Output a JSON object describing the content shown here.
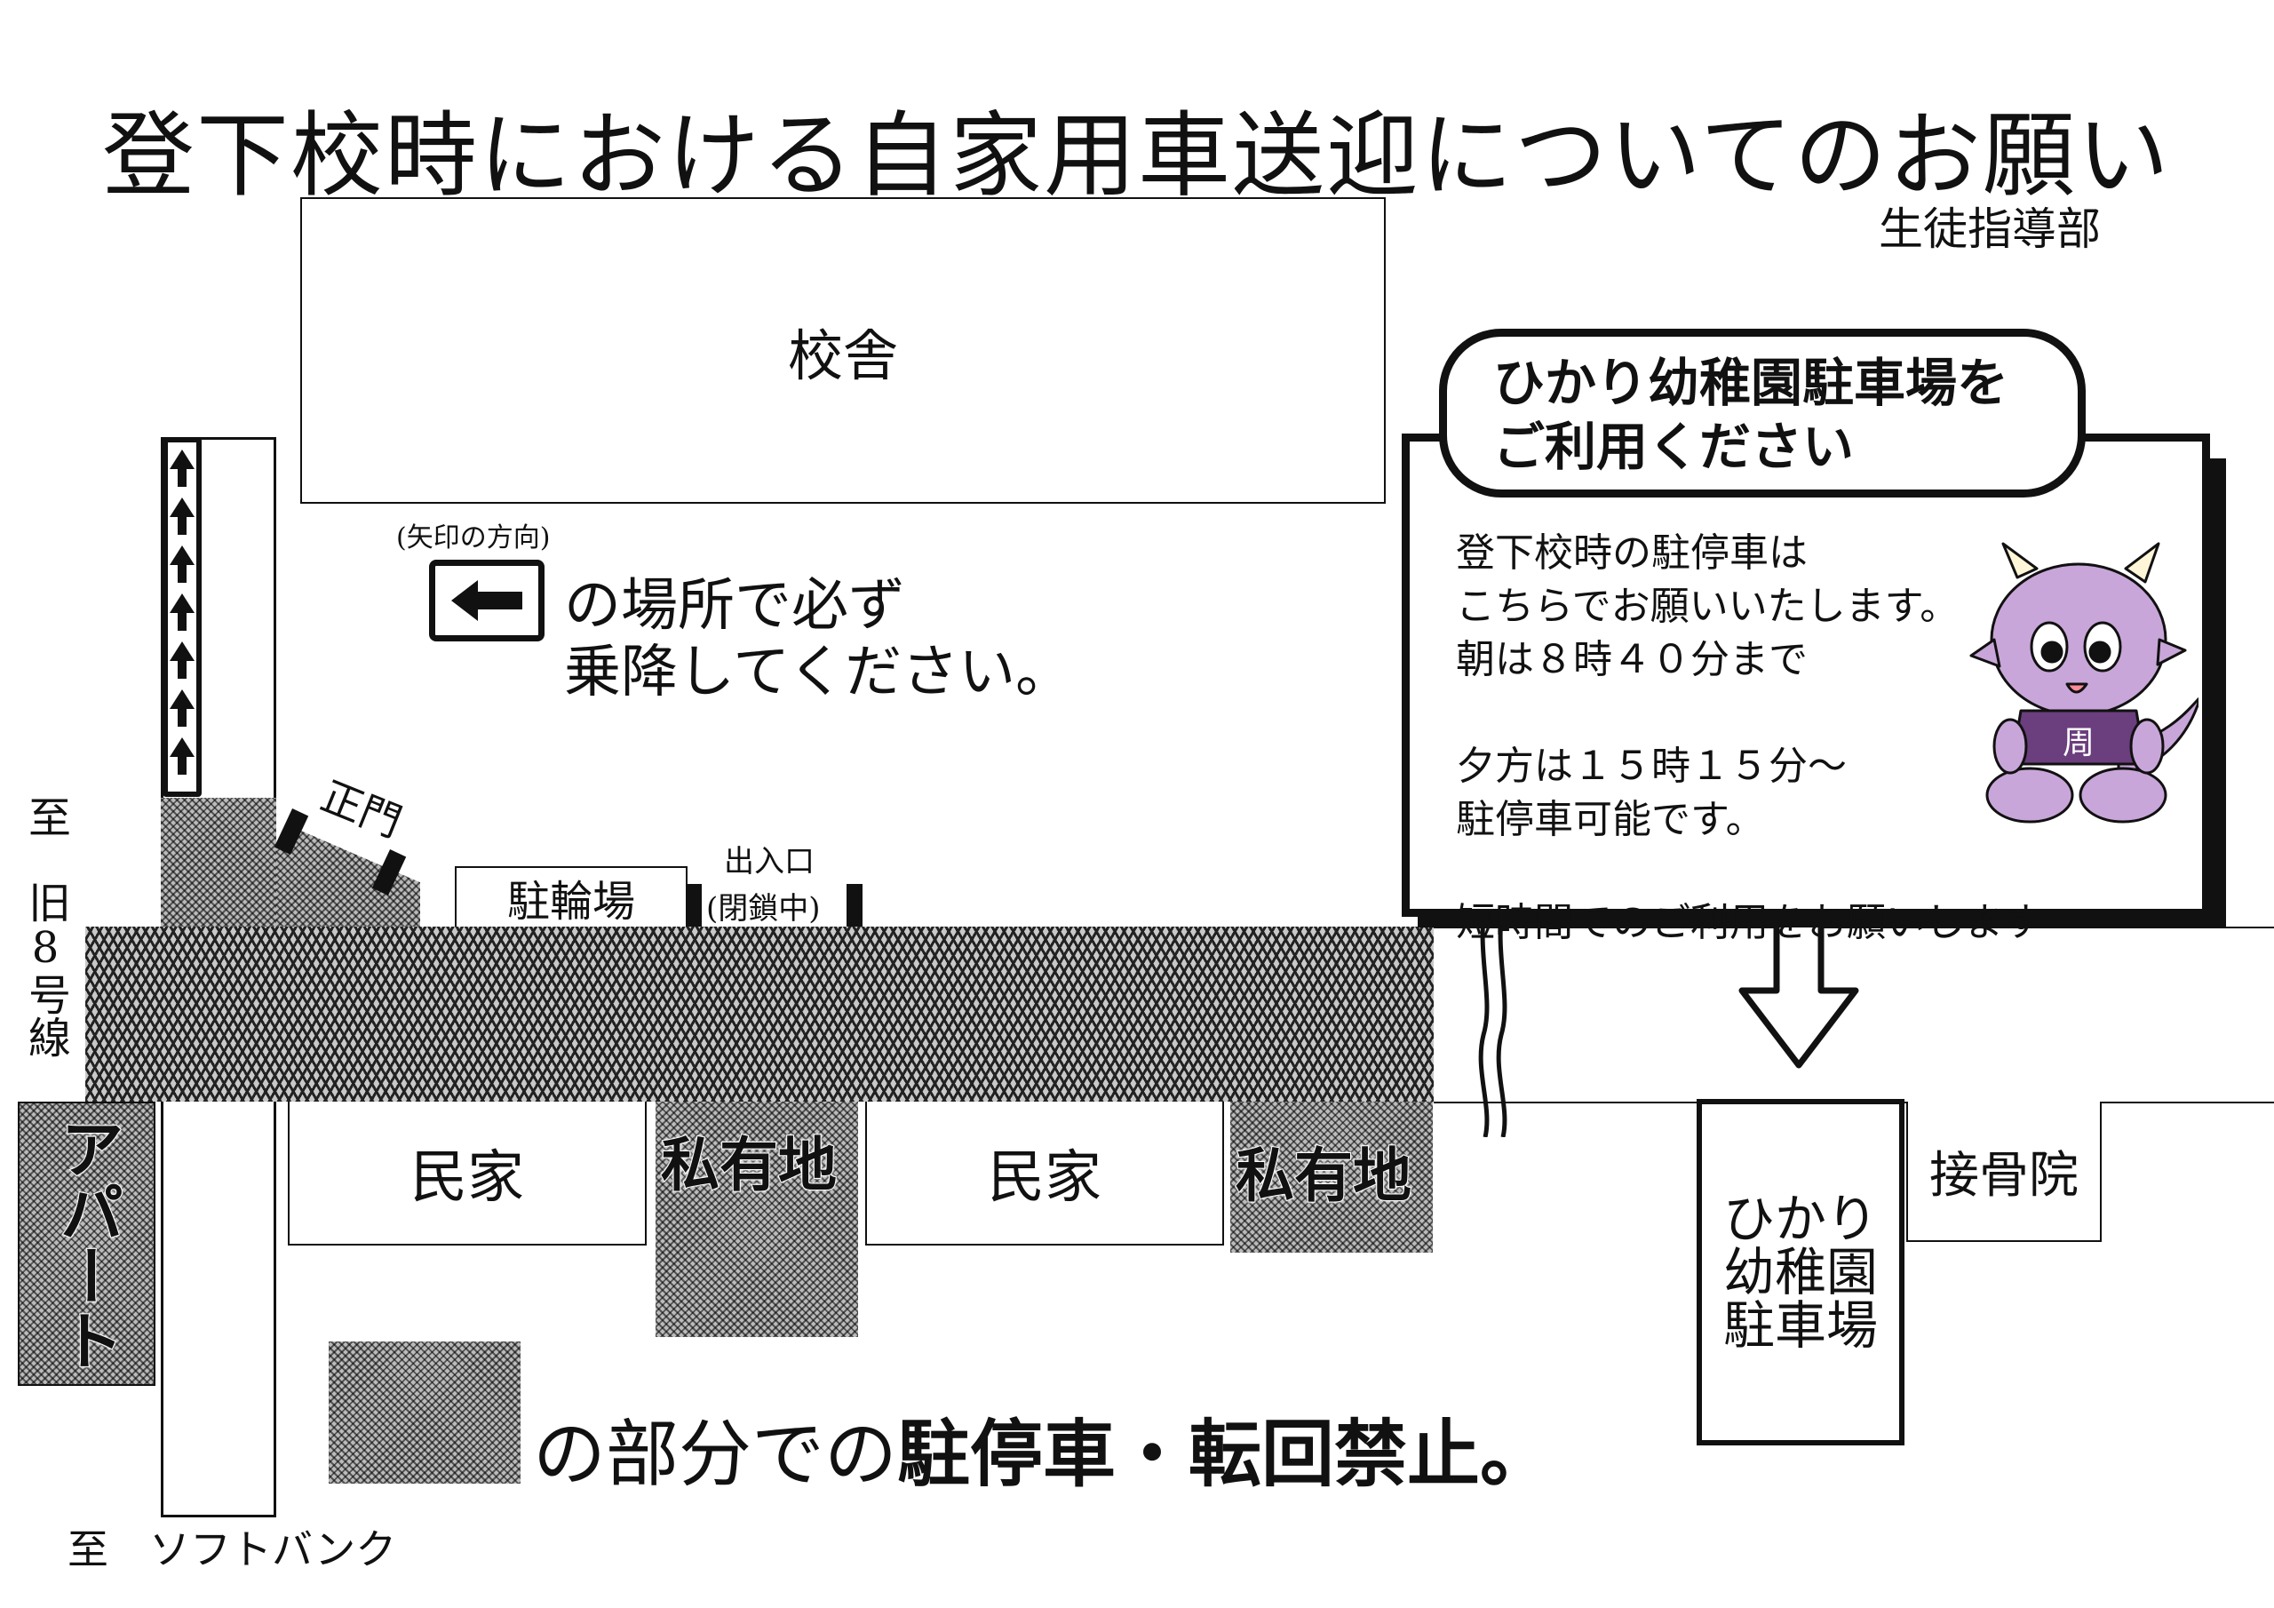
{
  "title": "登下校時における自家用車送迎についてのお願い",
  "department": "生徒指導部",
  "buildings": {
    "school": "校舎",
    "main_gate": "正門",
    "bicycle_parking": "駐輪場",
    "entrance_label": "出入口",
    "entrance_status": "(閉鎖中)",
    "house_1": "民家",
    "house_2": "民家",
    "private_land_1": "私有地",
    "private_land_2": "私有地",
    "apartment": "アパート",
    "bone_clinic": "接骨院",
    "kindergarten_parking": "ひかり\n幼稚園\n駐車場"
  },
  "directions": {
    "to_old_route8": "至　旧8号線",
    "to_softbank": "至　ソフトバンク"
  },
  "instruction": {
    "arrow_note": "(矢印の方向)",
    "line1": "の場所で必ず",
    "line2": "乗降してください。"
  },
  "no_parking": {
    "text_prefix": "の部分での",
    "text_bold": "駐停車・転回禁止。"
  },
  "notice": {
    "heading_line1": "ひかり幼稚園駐車場を",
    "heading_line2": "ご利用ください",
    "body_line1": "登下校時の駐停車は",
    "body_line2": "こちらでお願いいたします。",
    "body_line3": "朝は８時４０分まで",
    "body_line4": "夕方は１５時１５分～",
    "body_line5": "駐停車可能です。",
    "body_line6": "短時間でのご利用をお願いします"
  },
  "icons": {
    "up_arrows": [
      "arrow-up-icon",
      "arrow-up-icon",
      "arrow-up-icon",
      "arrow-up-icon",
      "arrow-up-icon",
      "arrow-up-icon",
      "arrow-up-icon"
    ],
    "left_arrow": "arrow-left-icon",
    "down_arrow": "arrow-down-icon",
    "mascot": "mascot-icon",
    "mascot_shirt_mark": "周"
  },
  "colors": {
    "ink": "#111111",
    "hatch": "#bbbbbb",
    "mascot": "#c9a6d9",
    "mascot_shirt": "#6b3e7e"
  }
}
